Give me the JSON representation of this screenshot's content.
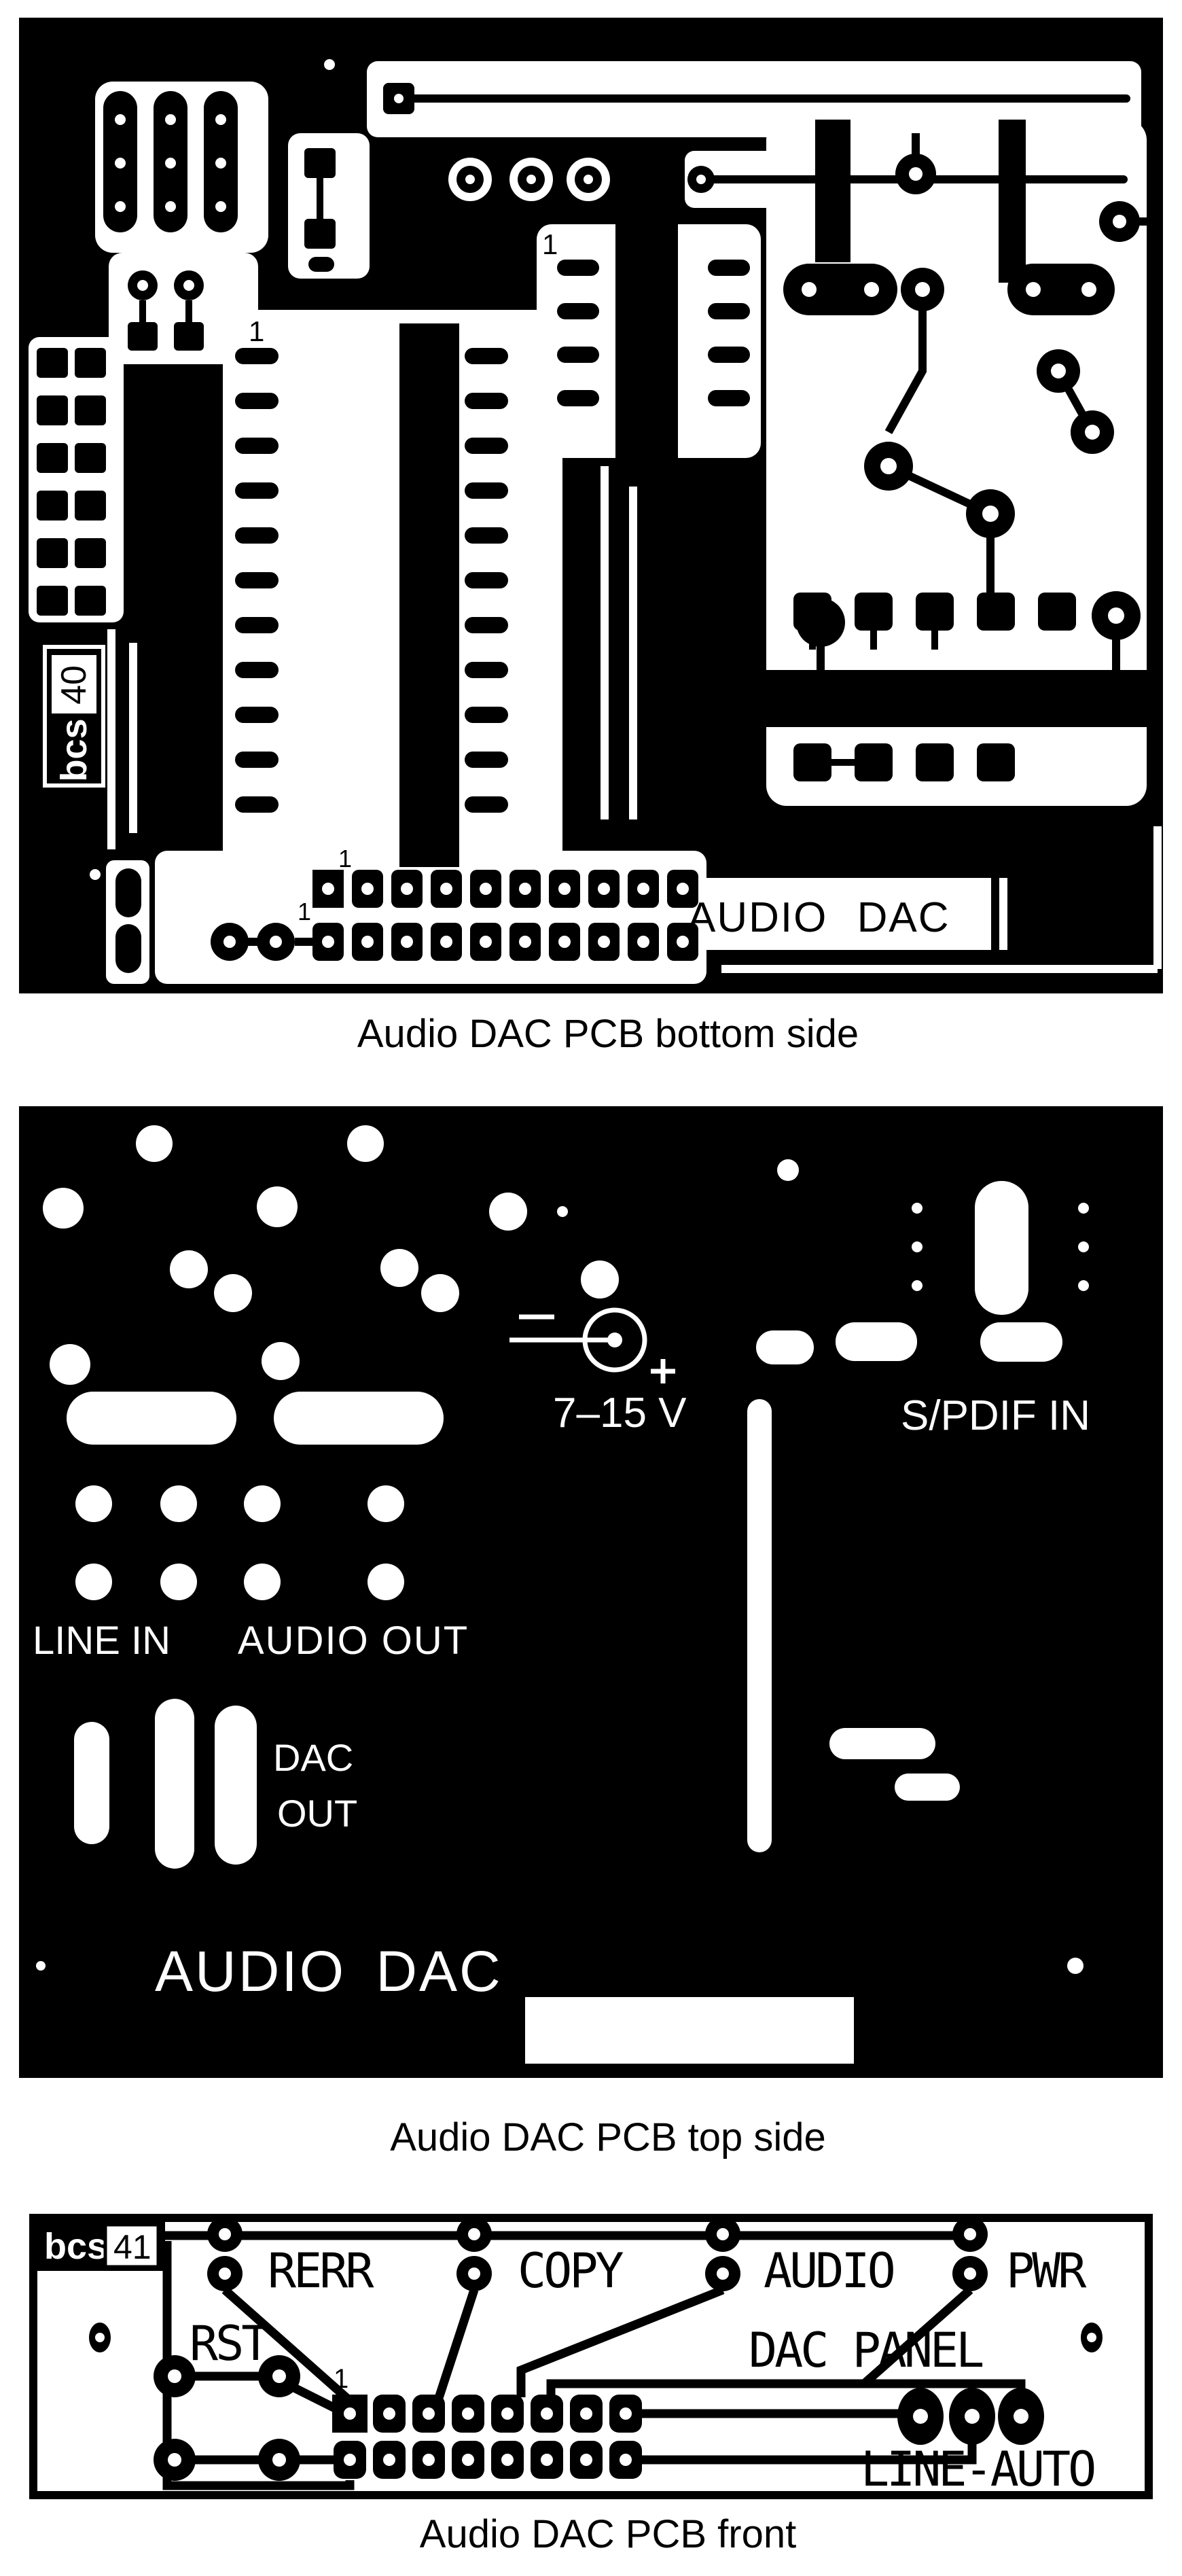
{
  "page": {
    "background": "#ffffff",
    "ink": "#000000"
  },
  "panels": {
    "bottom": {
      "caption": "Audio DAC PCB bottom side",
      "board_text": "AUDIO DAC",
      "brand": "bcs",
      "brand_number": "40",
      "pin1_markers": [
        "1",
        "1",
        "1",
        "1"
      ]
    },
    "top": {
      "caption": "Audio DAC PCB top side",
      "power_label": "7–15 V",
      "spdif_label": "S/PDIF IN",
      "line_in_label": "LINE IN",
      "audio_out_label": "AUDIO OUT",
      "dac_out_line1": "DAC",
      "dac_out_line2": "OUT",
      "board_text": "AUDIO DAC"
    },
    "front": {
      "caption": "Audio DAC PCB front",
      "brand": "bcs",
      "brand_number": "41",
      "led_labels": {
        "rerr": "RERR",
        "copy": "COPY",
        "audio": "AUDIO",
        "pwr": "PWR"
      },
      "rst_label": "RST",
      "dac_panel_label": "DAC PANEL",
      "line_auto_label": "LINE-AUTO",
      "pin1_marker": "1"
    }
  }
}
